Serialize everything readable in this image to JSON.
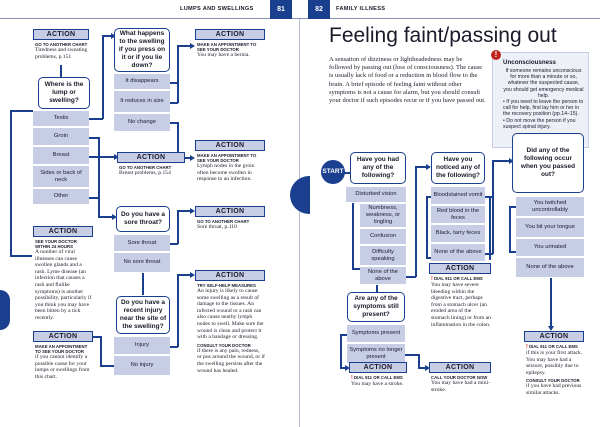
{
  "header": {
    "left_title": "LUMPS AND SWELLINGS",
    "left_page": "81",
    "right_page": "82",
    "right_title": "FAMILY ILLNESS"
  },
  "left": {
    "a1": {
      "head": "ACTION",
      "sub": "GO TO ANOTHER CHART",
      "text": "Tiredness and sweating problems, p.151"
    },
    "q1": "Where is the lump or swelling?",
    "opts1": [
      "Testis",
      "Groin",
      "Breast",
      "Sides or back of neck",
      "Other"
    ],
    "q2": "What happens to the swelling if you press on it or if you lie down?",
    "opts2": [
      "It disappears",
      "It reduces in size",
      "No change"
    ],
    "a2": {
      "head": "ACTION",
      "sub": "MAKE AN APPOINTMENT TO SEE YOUR DOCTOR",
      "text": "You may have a hernia."
    },
    "a3": {
      "head": "ACTION",
      "sub": "MAKE AN APPOINTMENT TO SEE YOUR DOCTOR",
      "text": "Lymph nodes in the groin often become swollen in response to an infection."
    },
    "a4": {
      "head": "ACTION",
      "sub": "GO TO ANOTHER CHART",
      "text": "Breast problems, p.154"
    },
    "q3": "Do you have a sore throat?",
    "opts3": [
      "Sore throat",
      "No sore throat"
    ],
    "a5": {
      "head": "ACTION",
      "sub": "GO TO ANOTHER CHART",
      "text": "Sore throat, p.110"
    },
    "a6": {
      "head": "ACTION",
      "sub": "SEE YOUR DOCTOR WITHIN 24 HOURS",
      "text": "A number of viral illnesses can cause swollen glands and a rash. Lyme disease (an infection that causes a rash and flulike symptoms) is another possibility, particularly if you think you may have been bitten by a tick recently."
    },
    "q4": "Do you have a recent injury near the site of the swelling?",
    "opts4": [
      "Injury",
      "No injury"
    ],
    "a7": {
      "head": "ACTION",
      "sub": "TRY SELF-HELP MEASURES",
      "text": "An injury is likely to cause some swelling as a result of damage to the tissues. An infected wound or a rash can also cause nearby lymph nodes to swell. Make sure the wound is clean and protect it with a bandage or dressing.",
      "sub2": "CONSULT YOUR DOCTOR",
      "text2": "if there is any pain, redness, or pus around the wound, or if the swelling persists after the wound has healed."
    },
    "a8": {
      "head": "ACTION",
      "sub": "MAKE AN APPOINTMENT TO SEE YOUR DOCTOR",
      "text": "if you cannot identify a possible cause for your lumps or swellings from this chart."
    }
  },
  "right": {
    "title": "Feeling faint/passing out",
    "intro": "A sensation of dizziness or lightheadedness may be followed by passing out (loss of consciousness). The cause is usually lack of food or a reduction in blood flow to the brain. A brief episode of feeling faint without other symptoms is not a cause for alarm, but you should consult your doctor if such episodes recur or if you have passed out.",
    "uncon_head": "Unconsciousness",
    "uncon_text": "If someone remains unconscious for more than a minute or so, whatever the suspected cause, you should get emergency medical help.",
    "uncon_items": [
      "If you need to leave the person to call for help, first lay him or her in the recovery position (pp.14–15).",
      "Do not move the person if you suspect spinal injury."
    ],
    "start": "START",
    "q1": "Have you had any of the following?",
    "opts1": [
      "Disturbed vision",
      "Numbness, weakness, or tingling",
      "Confusion",
      "Difficulty speaking",
      "None of the above"
    ],
    "q2": "Have you noticed any of the following?",
    "opts2": [
      "Bloodstained vomit",
      "Red blood in the feces",
      "Black, tarry feces",
      "None of the above"
    ],
    "q3": "Did any of the following occur when you passed out?",
    "opts3": [
      "You twitched uncontrollably",
      "You bit your tongue",
      "You urinated",
      "None of the above"
    ],
    "q4": "Are any of the symptoms still present?",
    "opts4": [
      "Symptoms present",
      "Symptoms no longer present"
    ],
    "a1": {
      "head": "ACTION",
      "sub": "DIAL 911 OR CALL EMS",
      "text": "You may have a stroke."
    },
    "a2": {
      "head": "ACTION",
      "sub": "CALL YOUR DOCTOR NOW",
      "text": "You may have had a mini-stroke."
    },
    "a3": {
      "head": "ACTION",
      "sub": "DIAL 911 OR CALL EMS",
      "text": "You may have severe bleeding within the digestive tract, perhaps from a stomach ulcer (an eroded area of the stomach lining) or from an inflammation in the colon."
    },
    "a4": {
      "head": "ACTION",
      "sub": "DIAL 911 OR CALL EMS",
      "text": "if this is your first attack. You may have had a seizure, possibly due to epilepsy.",
      "sub2": "CONSULT YOUR DOCTOR",
      "text2": "if you have had previous similar attacks."
    }
  }
}
